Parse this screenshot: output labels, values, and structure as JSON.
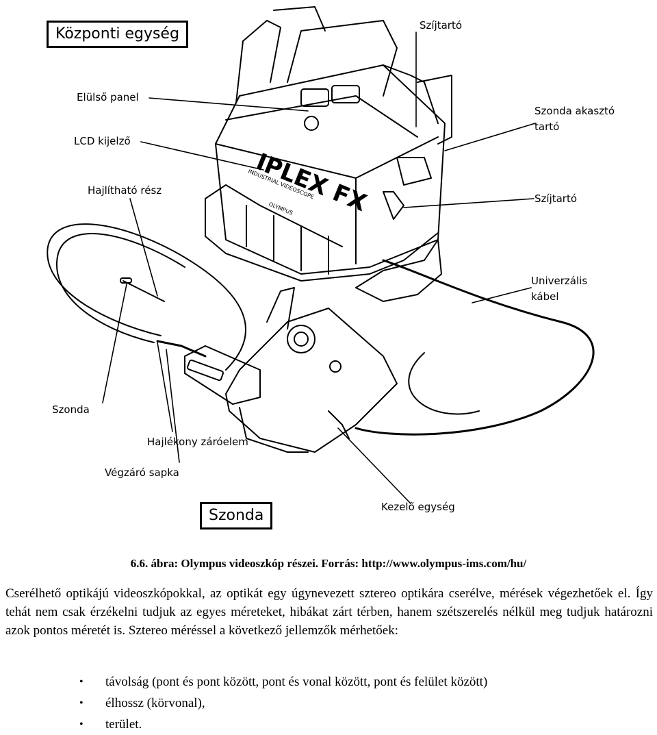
{
  "figure": {
    "title_box": "Központi egység",
    "probe_box": "Szonda",
    "labels": {
      "szijtarto_top": "Szíjtartó",
      "elulso_panel": "Elülső panel",
      "lcd": "LCD kijelző",
      "szonda_akaszto_1": "Szonda akasztó",
      "szonda_akaszto_2": "tartó",
      "hajlithato": "Hajlítható rész",
      "szijtarto_right": "Szíjtartó",
      "univerzalis_1": "Univerzális",
      "univerzalis_2": "kábel",
      "szonda": "Szonda",
      "hajlekony": "Hajlékony záróelem",
      "vegzaro": "Végzáró sapka",
      "kezelo": "Kezelő egység"
    },
    "device_text": {
      "brand": "IPLEX FX",
      "subtitle": "INDUSTRIAL VIDEOSCOPE",
      "maker": "OLYMPUS"
    }
  },
  "caption": "6.6. ábra: Olympus videoszkóp részei. Forrás: http://www.olympus-ims.com/hu/",
  "paragraph": "Cserélhető optikájú videoszkópokkal, az optikát egy úgynevezett sztereo optikára cserélve, mérések végezhetőek el. Így tehát nem csak érzékelni tudjuk az egyes méreteket, hibákat zárt térben, hanem szétszerelés nélkül meg tudjuk határozni azok pontos méretét is. Sztereo méréssel a következő jellemzők mérhetőek:",
  "list": [
    "távolság (pont és pont között, pont és vonal között, pont és felület között)",
    "élhossz (körvonal),",
    "terület."
  ],
  "bullet": "•"
}
